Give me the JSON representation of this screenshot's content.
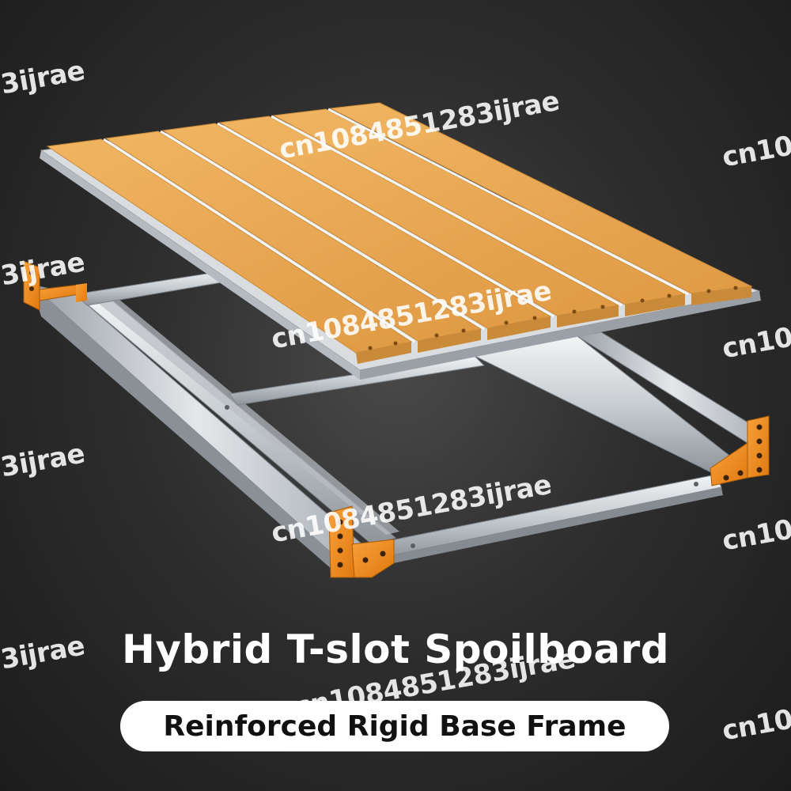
{
  "colors": {
    "background": "#2e2e2e",
    "board": "#e6a552",
    "board_edge": "#b97a2f",
    "rail": "#cfd3d6",
    "bracket": "#f08a1c"
  },
  "watermarks": [
    "cn1084851283ijrae",
    "cn1084851283ijrae",
    "cn1084851283ijrae",
    "cn1084851283ijrae",
    "3ijrae",
    "3ijrae",
    "3ijrae",
    "3ijrae",
    "cn10",
    "cn10",
    "cn10",
    "cn10"
  ],
  "caption": {
    "title": "Hybrid T-slot Spoilboard",
    "subtitle": "Reinforced Rigid Base Frame"
  }
}
